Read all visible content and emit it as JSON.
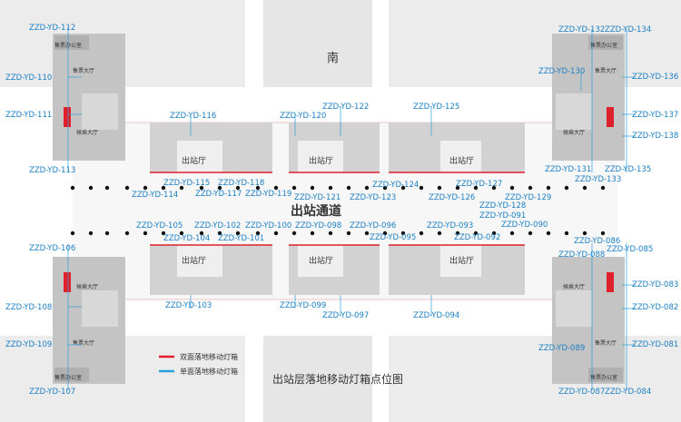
{
  "title": "出站层落地移动灯箱点位图",
  "direction_label": "南",
  "center_label": "出站通道",
  "hall_label": "出站厅",
  "corner_labels": {
    "ticket_hall": "售票大厅",
    "waiting_hall": "候乘大厅",
    "office": "售票办公室"
  },
  "legend": [
    {
      "label": "双面落地移动灯箱",
      "color": "#e0202a"
    },
    {
      "label": "单面落地移动灯箱",
      "color": "#2aa0dc"
    }
  ],
  "points": {
    "p112": "ZZD-YD-112",
    "p110": "ZZD-YD-110",
    "p111": "ZZD-YD-111",
    "p113": "ZZD-YD-113",
    "p106": "ZZD-YD-106",
    "p108": "ZZD-YD-108",
    "p109": "ZZD-YD-109",
    "p107": "ZZD-YD-107",
    "p116": "ZZD-YD-116",
    "p120": "ZZD-YD-120",
    "p122": "ZZD-YD-122",
    "p125": "ZZD-YD-125",
    "p132": "ZZD-YD-132",
    "p134": "ZZD-YD-134",
    "p130": "ZZD-YD-130",
    "p136": "ZZD-YD-136",
    "p137": "ZZD-YD-137",
    "p138": "ZZD-YD-138",
    "p131": "ZZD-YD-131",
    "p135": "ZZD-YD-135",
    "p133": "ZZD-YD-133",
    "p114": "ZZD-YD-114",
    "p115": "ZZD-YD-115",
    "p117": "ZZD-YD-117",
    "p118": "ZZD-YD-118",
    "p119": "ZZD-YD-119",
    "p121": "ZZD-YD-121",
    "p123": "ZZD-YD-123",
    "p124": "ZZD-YD-124",
    "p126": "ZZD-YD-126",
    "p127": "ZZD-YD-127",
    "p128": "ZZD-YD-128",
    "p129": "ZZD-YD-129",
    "p091": "ZZD-YD-091",
    "p105": "ZZD-YD-105",
    "p104": "ZZD-YD-104",
    "p102": "ZZD-YD-102",
    "p101": "ZZD-YD-101",
    "p100": "ZZD-YD-100",
    "p098": "ZZD-YD-098",
    "p096": "ZZD-YD-096",
    "p095": "ZZD-YD-095",
    "p093": "ZZD-YD-093",
    "p092": "ZZD-YD-092",
    "p090": "ZZD-YD-090",
    "p103": "ZZD-YD-103",
    "p099": "ZZD-YD-099",
    "p097": "ZZD-YD-097",
    "p094": "ZZD-YD-094",
    "p088": "ZZD-YD-088",
    "p086": "ZZD-YD-086",
    "p085": "ZZD-YD-085",
    "p083": "ZZD-YD-083",
    "p082": "ZZD-YD-082",
    "p081": "ZZD-YD-081",
    "p089": "ZZD-YD-089",
    "p087": "ZZD-YD-087",
    "p084": "ZZD-YD-084"
  }
}
